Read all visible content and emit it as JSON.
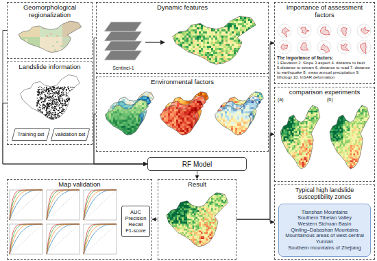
{
  "diagram": {
    "nodes": [
      {
        "text": [
          "Geomorphological regionalization"
        ]
      },
      {
        "text": [
          "Landslide information"
        ]
      },
      {
        "text": [
          "Training set"
        ],
        "in": 1
      },
      {
        "text": [
          "validation set"
        ],
        "in": 1
      },
      {
        "text": [
          "Dynamic features"
        ]
      },
      {
        "text": [
          "Environmental factors"
        ]
      },
      {
        "text": [
          "Importance of assessment factors"
        ]
      },
      {
        "text": [
          "comparison experiments"
        ]
      },
      {
        "text": [
          "RF Model"
        ]
      },
      {
        "text": [
          "Map validation"
        ]
      },
      {
        "text": [
          "AUC",
          "Precision",
          "Recall",
          "F1-score"
        ],
        "in": 9
      },
      {
        "text": [
          "Result"
        ]
      },
      {
        "text": [
          "Typical high landslide susceptibility zones"
        ]
      },
      {
        "text": [
          "Tianshan Mountains",
          "Southern Tibetan Valley",
          "Western Sichuan Basin",
          "Qinling–Dabashan Mountains",
          "Mountainous areas of west-central Yunnan",
          "Southern mountains of Zhejiang"
        ],
        "in": 12
      }
    ],
    "edges": [
      {
        "from": 0,
        "to": 8,
        "arrow": "to"
      },
      {
        "from": 1,
        "to": 8,
        "arrow": "to"
      },
      {
        "from": 4,
        "to": 8,
        "arrow": "to"
      },
      {
        "from": 5,
        "to": 8,
        "arrow": "to"
      },
      {
        "from": 8,
        "to": 11,
        "arrow": "to"
      },
      {
        "from": 11,
        "to": 9,
        "arrow": "to"
      },
      {
        "from": 11,
        "to": 6,
        "arrow": "to"
      },
      {
        "from": 11,
        "to": 7,
        "arrow": "to"
      },
      {
        "from": 11,
        "to": 12,
        "arrow": "to"
      }
    ],
    "labels": [
      "Sentinel-1",
      "The importance of factors:",
      "1.Elevation 2. Slope 3.aspect 4. distance to fault 5.distance to stream 6. distance to road 7. distance to earthquake 8. mean annual precipitation 9. lithology 10. InSAR deformation",
      "(a)",
      "(b)"
    ]
  }
}
